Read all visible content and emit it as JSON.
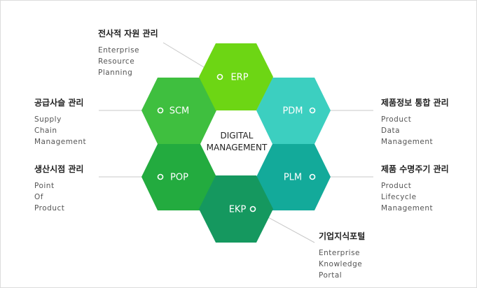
{
  "center": {
    "line1": "DIGITAL",
    "line2": "MANAGEMENT"
  },
  "modules": {
    "erp": {
      "label": "ERP",
      "color": "#6dd614",
      "title": "전사적 자원 관리",
      "lines": [
        "Enterprise",
        "Resource",
        "Planning"
      ]
    },
    "scm": {
      "label": "SCM",
      "color": "#3fbf3f",
      "title": "공급사슬 관리",
      "lines": [
        "Supply",
        "Chain",
        "Management"
      ]
    },
    "pdm": {
      "label": "PDM",
      "color": "#3ccfc0",
      "title": "제품정보 통합 관리",
      "lines": [
        "Product",
        "Data",
        "Management"
      ]
    },
    "pop": {
      "label": "POP",
      "color": "#23ab3f",
      "title": "생산시점 관리",
      "lines": [
        "Point",
        "Of",
        "Product"
      ]
    },
    "plm": {
      "label": "PLM",
      "color": "#13aa9a",
      "title": "제품 수명주기 관리",
      "lines": [
        "Product",
        "Lifecycle",
        "Management"
      ]
    },
    "ekp": {
      "label": "EKP",
      "color": "#15985f",
      "title": "기업지식포털",
      "lines": [
        "Enterprise",
        "Knowledge",
        "Portal"
      ]
    }
  }
}
